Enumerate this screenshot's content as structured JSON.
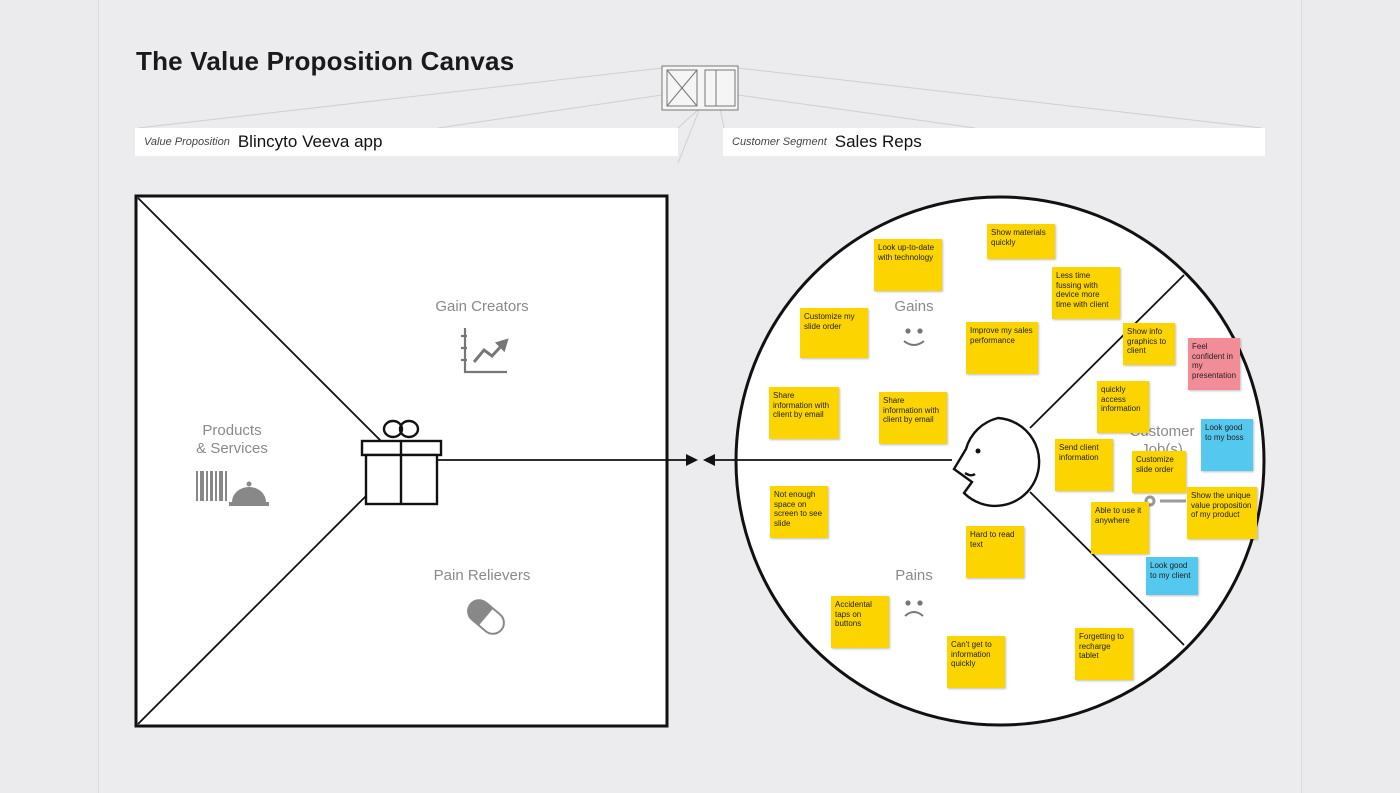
{
  "title": "The Value Proposition Canvas",
  "value_proposition": {
    "label": "Value Proposition",
    "value": "Blincyto Veeva app"
  },
  "customer_segment": {
    "label": "Customer Segment",
    "value": "Sales Reps"
  },
  "square": {
    "gain_creators": "Gain Creators",
    "products_services_line1": "Products",
    "products_services_line2": "& Services",
    "pain_relievers": "Pain Relievers"
  },
  "circle": {
    "gains": "Gains",
    "pains": "Pains",
    "customer_jobs_line1": "Customer",
    "customer_jobs_line2": "Job(s)"
  },
  "colors": {
    "yellow": "#fcd500",
    "blue": "#55c8ef",
    "pink": "#f28d97"
  },
  "notes": [
    {
      "text": "Show materials quickly",
      "color": "yellow"
    },
    {
      "text": "Look up-to-date with technology",
      "color": "yellow"
    },
    {
      "text": "Less time fussing with device more time with client",
      "color": "yellow"
    },
    {
      "text": "Customize my slide order",
      "color": "yellow"
    },
    {
      "text": "Improve my sales performance",
      "color": "yellow"
    },
    {
      "text": "Show info graphics to client",
      "color": "yellow"
    },
    {
      "text": "Feel confident in my presentation",
      "color": "pink"
    },
    {
      "text": "Share information with client by email",
      "color": "yellow"
    },
    {
      "text": "Share information with client by email",
      "color": "yellow"
    },
    {
      "text": "quickly access information",
      "color": "yellow"
    },
    {
      "text": "Look good to my boss",
      "color": "blue"
    },
    {
      "text": "Send client information",
      "color": "yellow"
    },
    {
      "text": "Customize slide order",
      "color": "yellow"
    },
    {
      "text": "Not enough space on screen to see slide",
      "color": "yellow"
    },
    {
      "text": "Able to use it anywhere",
      "color": "yellow"
    },
    {
      "text": "Show the unique value proposition of my product",
      "color": "yellow"
    },
    {
      "text": "Hard to read text",
      "color": "yellow"
    },
    {
      "text": "Look good to my client",
      "color": "blue"
    },
    {
      "text": "Accidental taps on buttons",
      "color": "yellow"
    },
    {
      "text": "Can't get to information quickly",
      "color": "yellow"
    },
    {
      "text": "Forgetting to recharge tablet",
      "color": "yellow"
    }
  ]
}
